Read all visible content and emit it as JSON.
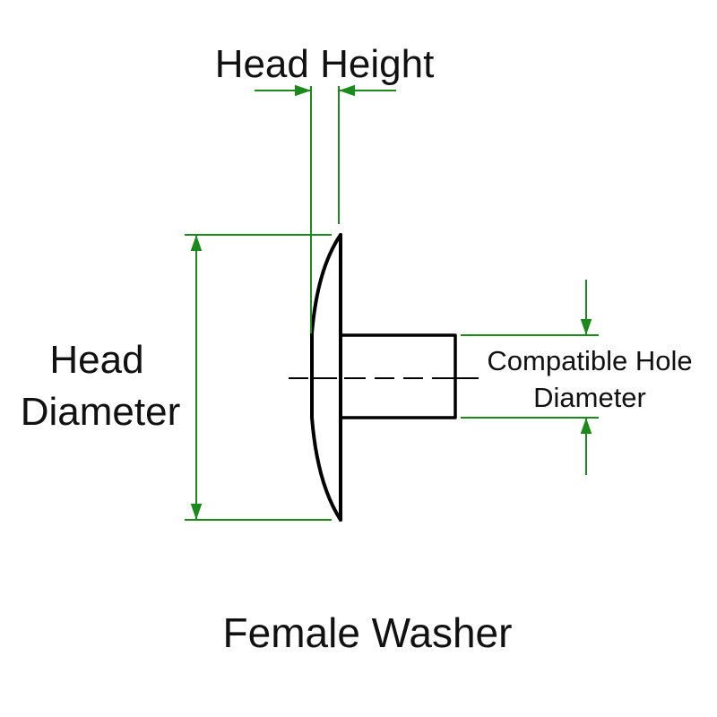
{
  "labels": {
    "head_height": "Head Height",
    "head_diameter_line1": "Head",
    "head_diameter_line2": "Diameter",
    "hole_diameter_line1": "Compatible Hole",
    "hole_diameter_line2": "Diameter",
    "caption": "Female Washer"
  },
  "colors": {
    "dimension": "#1a8a1a",
    "outline": "#000000",
    "text": "#111111"
  }
}
